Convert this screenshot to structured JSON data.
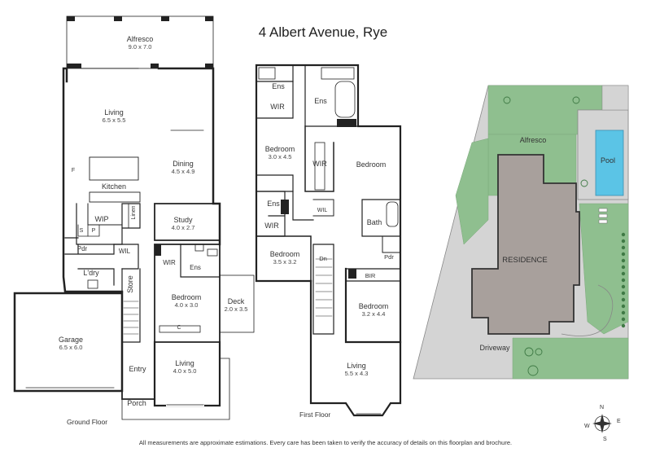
{
  "title": "4 Albert Avenue, Rye",
  "disclaimer": "All measurements are approximate estimations. Every care has been taken to verify the accuracy of details on this floorplan and brochure.",
  "ground_floor": {
    "name": "Ground Floor",
    "rooms": [
      {
        "id": "alfresco",
        "label": "Alfresco",
        "dims": "9.0 x 7.0"
      },
      {
        "id": "living_upper",
        "label": "Living",
        "dims": "6.5 x 5.5"
      },
      {
        "id": "kitchen",
        "label": "Kitchen",
        "dims": ""
      },
      {
        "id": "dining",
        "label": "Dining",
        "dims": "4.5 x 4.9"
      },
      {
        "id": "wip",
        "label": "WIP",
        "dims": ""
      },
      {
        "id": "linen",
        "label": "Linen",
        "dims": ""
      },
      {
        "id": "study",
        "label": "Study",
        "dims": "4.0 x 2.7"
      },
      {
        "id": "pdr",
        "label": "Pdr",
        "dims": ""
      },
      {
        "id": "wil",
        "label": "WIL",
        "dims": ""
      },
      {
        "id": "ldry",
        "label": "L'dry",
        "dims": ""
      },
      {
        "id": "store",
        "label": "Store",
        "dims": ""
      },
      {
        "id": "wir",
        "label": "WIR",
        "dims": ""
      },
      {
        "id": "ens",
        "label": "Ens",
        "dims": ""
      },
      {
        "id": "deck",
        "label": "Deck",
        "dims": "2.0 x 3.5"
      },
      {
        "id": "bedroom",
        "label": "Bedroom",
        "dims": "4.0 x 3.0"
      },
      {
        "id": "garage",
        "label": "Garage",
        "dims": "6.5 x 6.0"
      },
      {
        "id": "entry",
        "label": "Entry",
        "dims": ""
      },
      {
        "id": "living_lower",
        "label": "Living",
        "dims": "4.0 x 5.0"
      },
      {
        "id": "porch",
        "label": "Porch",
        "dims": ""
      }
    ],
    "small_marks": {
      "f": "F",
      "s": "S",
      "p": "P",
      "c": "C"
    }
  },
  "first_floor": {
    "name": "First Floor",
    "rooms": [
      {
        "id": "ens_a",
        "label": "Ens",
        "dims": ""
      },
      {
        "id": "wir_a",
        "label": "WIR",
        "dims": ""
      },
      {
        "id": "ens_b",
        "label": "Ens",
        "dims": ""
      },
      {
        "id": "bed_a",
        "label": "Bedroom",
        "dims": "3.0 x 4.5"
      },
      {
        "id": "wir_mid",
        "label": "WIR",
        "dims": ""
      },
      {
        "id": "bed_b",
        "label": "Bedroom",
        "dims": ""
      },
      {
        "id": "ens_c",
        "label": "Ens",
        "dims": ""
      },
      {
        "id": "wir_c",
        "label": "WIR",
        "dims": ""
      },
      {
        "id": "wil",
        "label": "WIL",
        "dims": ""
      },
      {
        "id": "bath",
        "label": "Bath",
        "dims": ""
      },
      {
        "id": "bed_c",
        "label": "Bedroom",
        "dims": "3.5 x 3.2"
      },
      {
        "id": "dn",
        "label": "Dn",
        "dims": ""
      },
      {
        "id": "pdr",
        "label": "Pdr",
        "dims": ""
      },
      {
        "id": "bir",
        "label": "BIR",
        "dims": ""
      },
      {
        "id": "bed_d",
        "label": "Bedroom",
        "dims": "3.2 x 4.4"
      },
      {
        "id": "living",
        "label": "Living",
        "dims": "5.5 x 4.3"
      }
    ]
  },
  "site_plan": {
    "labels": {
      "alfresco": "Alfresco",
      "pool": "Pool",
      "residence": "RESIDENCE",
      "driveway": "Driveway"
    }
  },
  "compass": {
    "n": "N",
    "e": "E",
    "s": "S",
    "w": "W"
  },
  "colors": {
    "wall": "#222222",
    "lawn": "#8fbf8f",
    "paving": "#d4d4d4",
    "residence": "#a8a09c",
    "pool": "#5bc4e6",
    "hedge": "#3f7a45"
  }
}
